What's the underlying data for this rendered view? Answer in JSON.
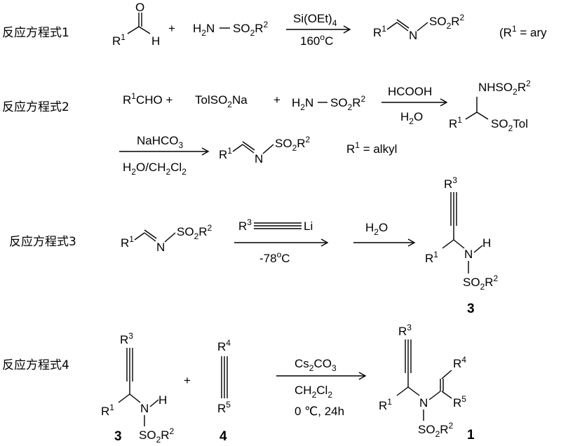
{
  "labels": {
    "eq1": "反应方程式1",
    "eq2": "反应方程式2",
    "eq3": "反应方程式3",
    "eq4": "反应方程式4"
  },
  "eq1": {
    "plus": "+",
    "reagent_top": "Si(OEt)",
    "reagent_top_sub": "4",
    "reagent_bottom": "160",
    "reagent_bottom_sup": "o",
    "reagent_bottom_unit": "C",
    "note": "(R",
    "note_sup": "1",
    "note_rest": " = ary"
  },
  "eq2": {
    "rcho": "R",
    "rcho_sup": "1",
    "rcho_rest": "CHO +",
    "tolso2na": "TolSO",
    "tolso2na_sub": "2",
    "tolso2na_rest": "Na",
    "plus": "+",
    "reagent1_top": "HCOOH",
    "reagent1_bottom": "H",
    "reagent1_bottom_sub": "2",
    "reagent1_bottom_rest": "O",
    "reagent2_top": "NaHCO",
    "reagent2_top_sub": "3",
    "reagent2_bottom": "H",
    "reagent2_bottom_sub": "2",
    "reagent2_bottom_rest": "O/CH",
    "reagent2_bottom_sub2": "2",
    "reagent2_bottom_rest2": "Cl",
    "reagent2_bottom_sub3": "2",
    "note": "R",
    "note_sup": "1",
    "note_rest": " = alkyl"
  },
  "eq3": {
    "reagent_bottom": "-78",
    "reagent_bottom_sup": "o",
    "reagent_bottom_unit": "C",
    "reagent2_top": "H",
    "reagent2_top_sub": "2",
    "reagent2_top_rest": "O",
    "compound_number": "3"
  },
  "eq4": {
    "plus": "+",
    "reagent_top": "Cs",
    "reagent_top_sub": "2",
    "reagent_top_rest": "CO",
    "reagent_top_sub2": "3",
    "reagent_mid": "CH",
    "reagent_mid_sub": "2",
    "reagent_mid_rest": "Cl",
    "reagent_mid_sub2": "2",
    "reagent_bottom": "0 ℃, 24h",
    "num3": "3",
    "num4": "4",
    "num1": "1"
  },
  "atoms": {
    "R": "R",
    "sup1": "1",
    "sup2": "2",
    "sup3": "3",
    "sup4": "4",
    "sup5": "5",
    "O": "O",
    "H": "H",
    "N": "N",
    "H2N": "H",
    "H2N_sub": "2",
    "H2N_rest": "N",
    "SO2": "SO",
    "SO2_sub": "2",
    "SO2R": "R",
    "NHSO2": "NHSO",
    "SO2Tol": "SO",
    "SO2Tol_rest": "Tol",
    "Li": "Li"
  }
}
